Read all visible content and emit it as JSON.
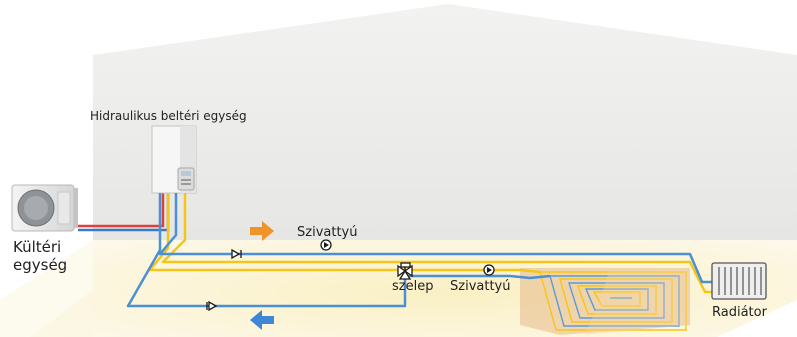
{
  "labels": {
    "indoor_unit": "Hidraulikus beltéri egység",
    "outdoor_unit_line1": "Kültéri",
    "outdoor_unit_line2": "egység",
    "pump_top": "Szivattyú",
    "pump_bottom": "Szivattyú",
    "valve": "szelep",
    "radiator": "Radiátor"
  },
  "colors": {
    "supply_pipe": "#f5c518",
    "return_pipe": "#4b8fd4",
    "refrigerant_hot": "#e0403a",
    "refrigerant_cold": "#3c78c4",
    "flow_arrow_supply": "#f0932b",
    "flow_arrow_return": "#3e86d6",
    "wall": "#ebebea",
    "floor": "#f8efcf"
  },
  "icons": [
    "outdoor-unit-icon",
    "indoor-unit-icon",
    "pump-icon",
    "check-valve-icon",
    "three-way-valve-icon",
    "floor-heating-coil-icon",
    "radiator-icon",
    "arrow-right-icon",
    "arrow-left-icon"
  ]
}
